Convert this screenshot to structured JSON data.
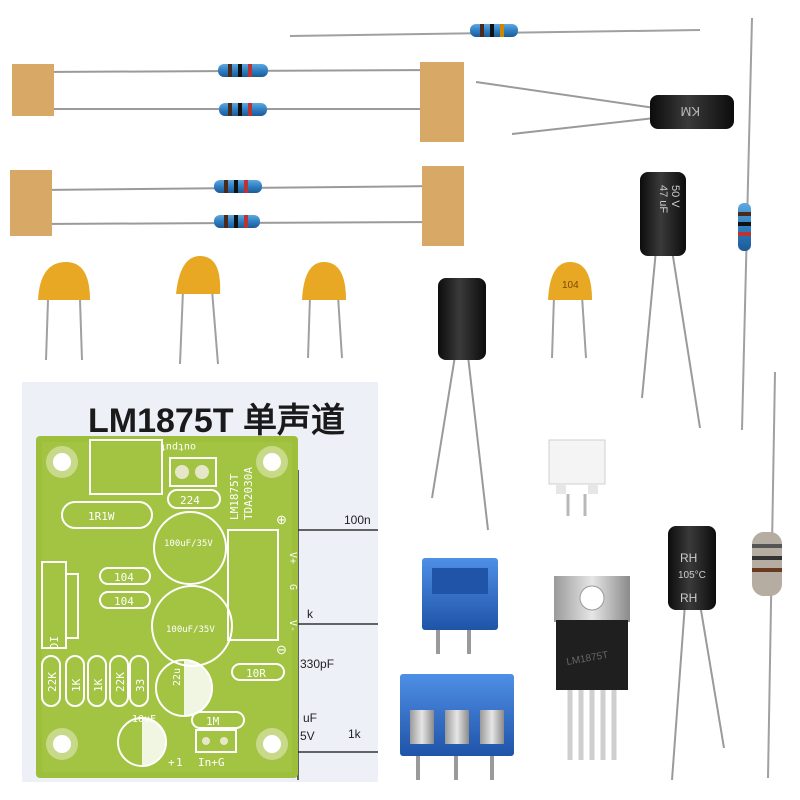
{
  "sheet": {
    "title": "LM1875T 单声道",
    "schematic_labels": {
      "c_100n": "100n",
      "r_k": "k",
      "c_330p": "330pF",
      "c_uf": "uF",
      "v_5": "5V",
      "r_1k": "1k"
    }
  },
  "pcb": {
    "chip_labels": [
      "LM1875T",
      "TDA2030A"
    ],
    "output_label": "output",
    "polarity_plus": "⊕",
    "polarity_minus": "⊖",
    "power_labels": [
      "V+",
      "G",
      "V-"
    ],
    "r_1r1w": "1R1W",
    "c_224": "224",
    "c_104_a": "104",
    "c_104_b": "104",
    "cap_100uf_a": "100uF/35V",
    "cap_100uf_b": "100uF/35V",
    "ic_label": "IC",
    "resistors": [
      "22K",
      "1K",
      "1K",
      "22K",
      "33"
    ],
    "cap_22u": "22u",
    "r_10r": "10R",
    "r_1m": "1M",
    "c_10uf": "10uF",
    "input_label": "In+G",
    "plus_mark": "+",
    "one_mark": "1"
  },
  "parts": {
    "ceramic_mark": "104",
    "ecap_small_mark": "KM",
    "ecap_50v_marks": [
      "50 V",
      "47 uF"
    ],
    "ecap_rh_marks": [
      "RH",
      "105°C",
      "RH"
    ],
    "ic_mark": "LM1875T"
  },
  "colors": {
    "pcb_green": "#9dbf3c",
    "solder_mask": "#c9d98a",
    "resistor_blue": "#2f7fc2",
    "ceramic_yellow": "#e9a823",
    "tape": "#d8a867",
    "ecap_black": "#1b1b1b",
    "terminal_blue": "#2d6ec8"
  }
}
